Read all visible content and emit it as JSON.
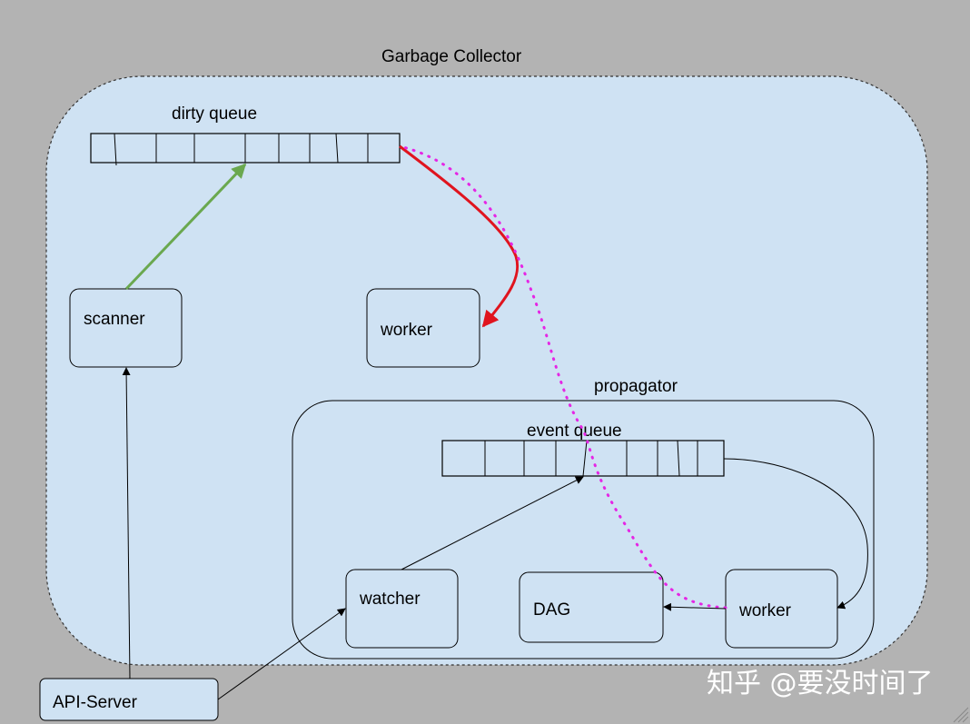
{
  "diagram": {
    "title": "Garbage Collector",
    "dirty_queue_label": "dirty queue",
    "scanner_label": "scanner",
    "worker_top_label": "worker",
    "propagator_label": "propagator",
    "event_queue_label": "event queue",
    "watcher_label": "watcher",
    "dag_label": "DAG",
    "worker_bottom_label": "worker",
    "api_server_label": "API-Server"
  },
  "watermark": {
    "text": "知乎 @要没时间了"
  },
  "colors": {
    "background": "#b3b3b3",
    "region_fill": "#cfe2f3",
    "green_arrow": "#6aa84f",
    "red_arrow": "#e0141e",
    "dotted_path": "#e526e5",
    "line": "#000000"
  }
}
